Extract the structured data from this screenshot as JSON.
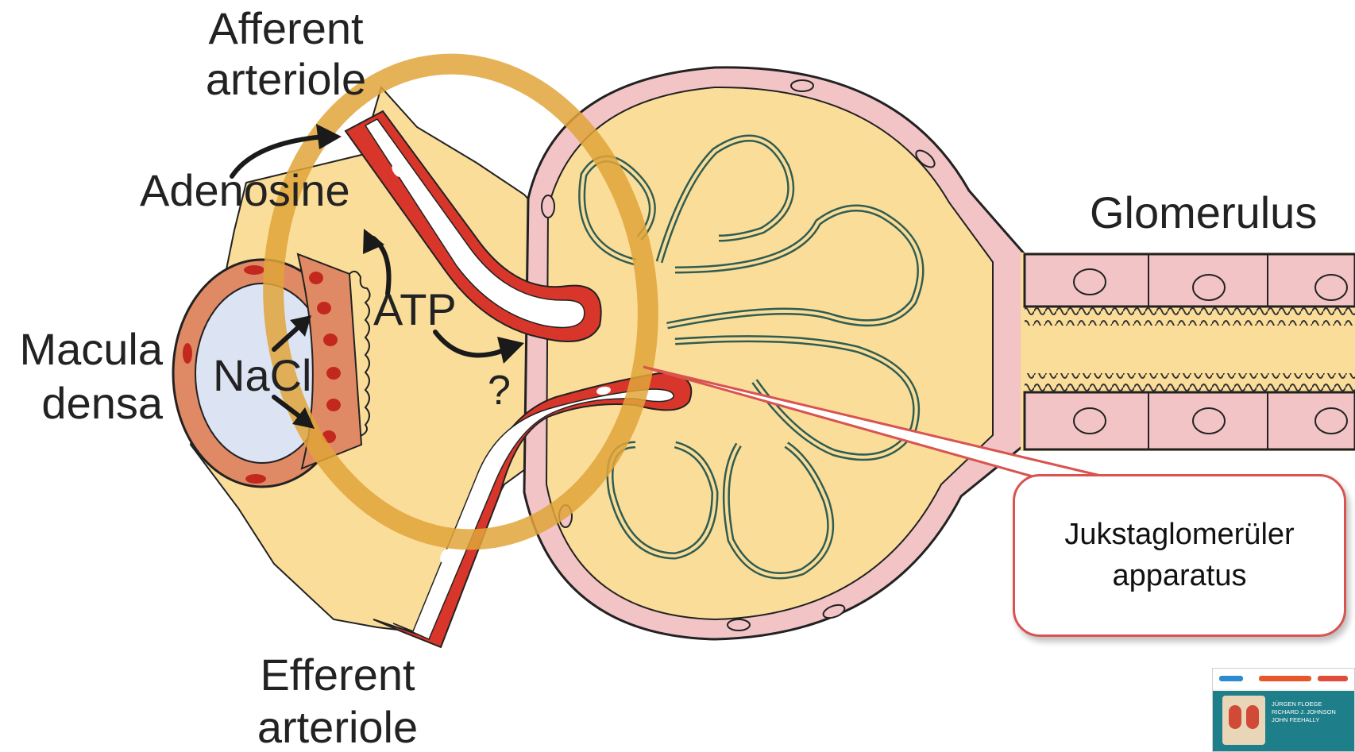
{
  "labels": {
    "afferent_line1": "Afferent",
    "afferent_line2": "arteriole",
    "adenosine": "Adenosine",
    "atp": "ATP",
    "question": "?",
    "macula_line1": "Macula",
    "macula_line2": "densa",
    "nacl": "NaCl",
    "glomerulus": "Glomerulus",
    "efferent_line1": "Efferent",
    "efferent_line2": "arteriole"
  },
  "callout": {
    "line1": "Jukstaglomerüler",
    "line2": "apparatus"
  },
  "book": {
    "authors": [
      "JÜRGEN FLOEGE",
      "RICHARD J. JOHNSON",
      "JOHN FEEHALLY"
    ]
  },
  "colors": {
    "highlight_ring": "#e0a43a",
    "tissue_yellow": "#fbdd9a",
    "capsule_pink": "#f2c4c6",
    "vessel_red": "#d8362a",
    "capillary_teal": "#2f5d52",
    "macula_ring": "#e08965",
    "lumen": "#dce4f4",
    "callout_border": "#d9534f"
  }
}
